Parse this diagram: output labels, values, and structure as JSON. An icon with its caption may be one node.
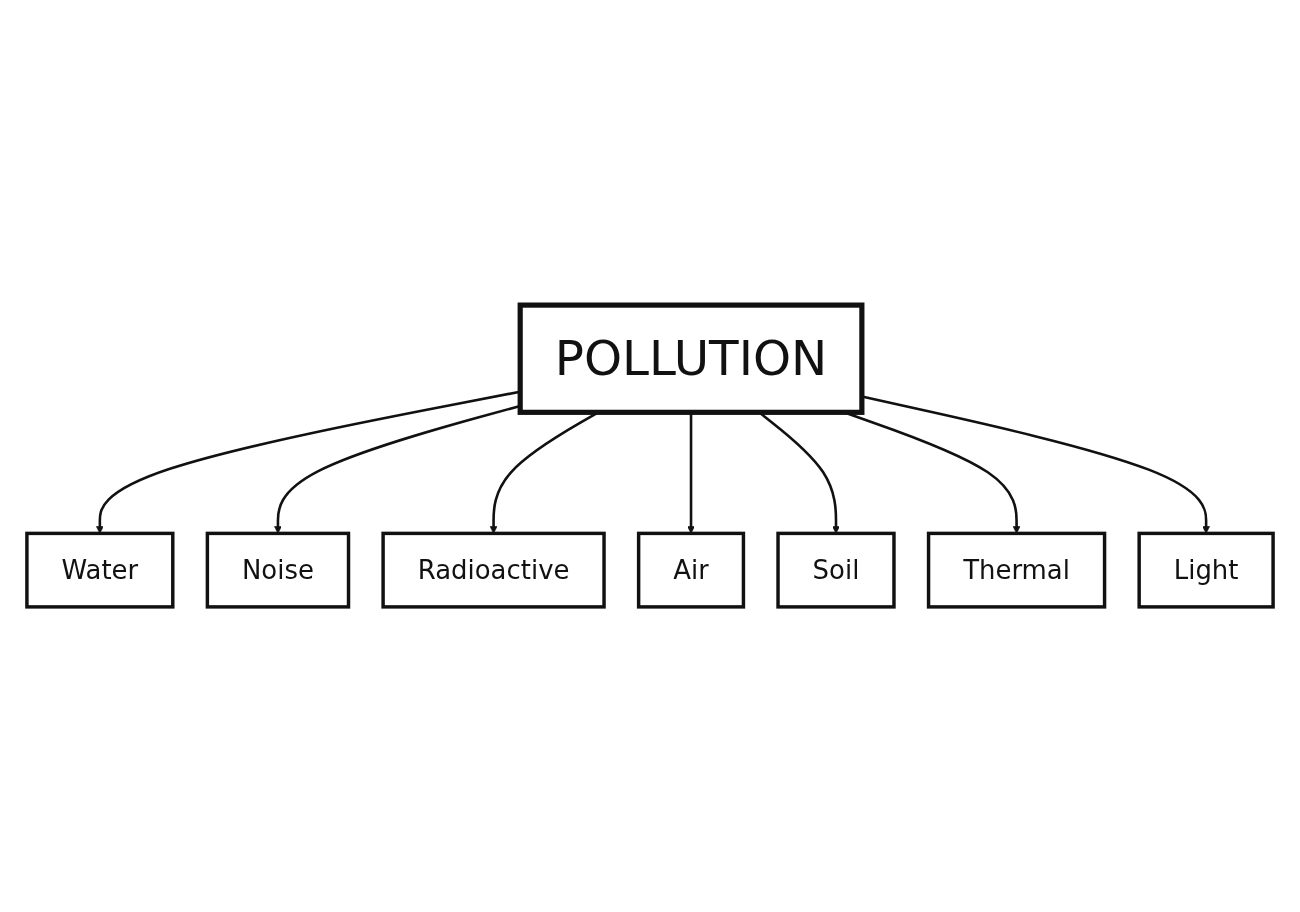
{
  "diagram": {
    "nodes": [
      {
        "text": [
          "Water"
        ]
      },
      {
        "text": [
          "Noise"
        ]
      },
      {
        "text": [
          "Radioactive"
        ]
      },
      {
        "text": [
          "POLLUTION"
        ]
      },
      {
        "text": [
          "Air"
        ]
      },
      {
        "text": [
          "Soil"
        ]
      },
      {
        "text": [
          "Thermal"
        ]
      },
      {
        "text": [
          "Light"
        ]
      }
    ],
    "edges": [
      {
        "from": 3,
        "to": 0,
        "arrow": "to"
      },
      {
        "from": 3,
        "to": 1,
        "arrow": "to"
      },
      {
        "from": 3,
        "to": 2,
        "arrow": "to"
      },
      {
        "from": 3,
        "to": 4,
        "arrow": "to"
      },
      {
        "from": 3,
        "to": 5,
        "arrow": "to"
      },
      {
        "from": 3,
        "to": 6,
        "arrow": "to"
      },
      {
        "from": 3,
        "to": 7,
        "arrow": "to"
      }
    ]
  }
}
